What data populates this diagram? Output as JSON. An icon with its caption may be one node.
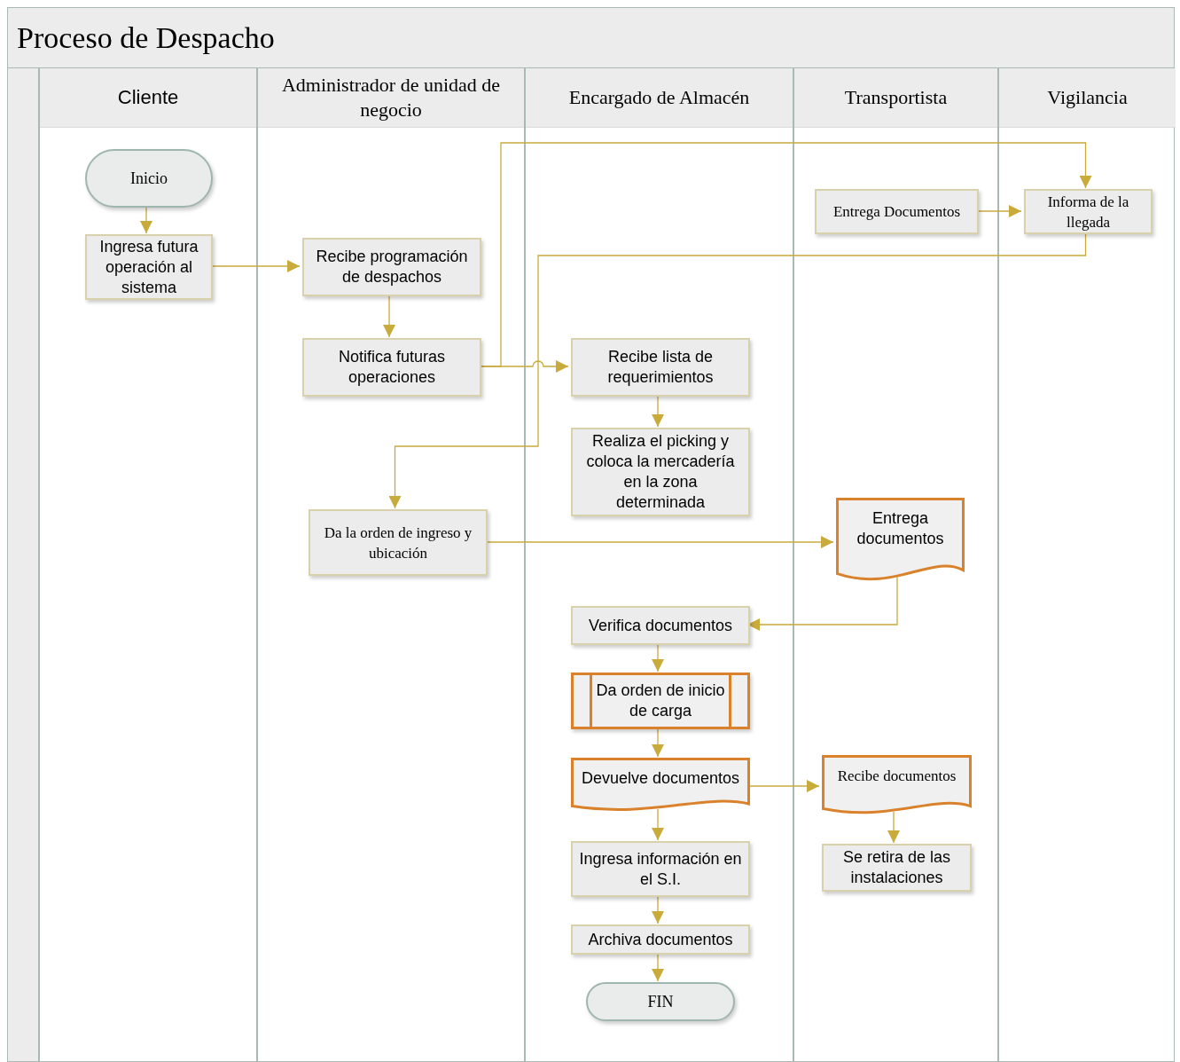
{
  "diagram": {
    "nodes": [
      {
        "text": [
          "Proceso de Despacho"
        ]
      },
      {
        "text": [
          "Cliente"
        ],
        "in": 0
      },
      {
        "text": [
          "Administrador de unidad de negocio"
        ],
        "in": 0
      },
      {
        "text": [
          "Encargado de Almacén"
        ],
        "in": 0
      },
      {
        "text": [
          "Transportista"
        ],
        "in": 0
      },
      {
        "text": [
          "Vigilancia"
        ],
        "in": 0
      },
      {
        "text": [
          "Inicio"
        ],
        "in": 1
      },
      {
        "text": [
          "Ingresa futura operación al sistema"
        ],
        "in": 1
      },
      {
        "text": [
          "Recibe programación de despachos"
        ],
        "in": 2
      },
      {
        "text": [
          "Notifica futuras operaciones"
        ],
        "in": 2
      },
      {
        "text": [
          "Da la orden de ingreso y ubicación"
        ],
        "in": 2
      },
      {
        "text": [
          "Recibe lista de requerimientos"
        ],
        "in": 3
      },
      {
        "text": [
          "Realiza el picking y coloca la mercadería en la zona determinada"
        ],
        "in": 3
      },
      {
        "text": [
          "Verifica documentos"
        ],
        "in": 3
      },
      {
        "text": [
          "Da orden de inicio de carga"
        ],
        "in": 3
      },
      {
        "text": [
          "Devuelve documentos"
        ],
        "in": 3
      },
      {
        "text": [
          "Ingresa información en el S.I."
        ],
        "in": 3
      },
      {
        "text": [
          "Archiva documentos"
        ],
        "in": 3
      },
      {
        "text": [
          "FIN"
        ],
        "in": 3
      },
      {
        "text": [
          "Entrega Documentos"
        ],
        "in": 4
      },
      {
        "text": [
          "Entrega documentos"
        ],
        "in": 4
      },
      {
        "text": [
          "Recibe documentos"
        ],
        "in": 4
      },
      {
        "text": [
          "Se retira de las instalaciones"
        ],
        "in": 4
      },
      {
        "text": [
          "Informa de la llegada"
        ],
        "in": 5
      }
    ],
    "edges": [
      {
        "from": 6,
        "to": 7,
        "arrow": "to"
      },
      {
        "from": 7,
        "to": 8,
        "arrow": "to"
      },
      {
        "from": 8,
        "to": 9,
        "arrow": "to"
      },
      {
        "from": 9,
        "to": 11,
        "arrow": "to"
      },
      {
        "from": 9,
        "to": 23,
        "arrow": "to"
      },
      {
        "from": 19,
        "to": 23,
        "arrow": "to"
      },
      {
        "from": 23,
        "to": 10,
        "arrow": "to"
      },
      {
        "from": 11,
        "to": 12,
        "arrow": "to"
      },
      {
        "from": 10,
        "to": 20,
        "arrow": "to"
      },
      {
        "from": 20,
        "to": 13,
        "arrow": "to"
      },
      {
        "from": 13,
        "to": 14,
        "arrow": "to"
      },
      {
        "from": 14,
        "to": 15,
        "arrow": "to"
      },
      {
        "from": 15,
        "to": 21,
        "arrow": "to"
      },
      {
        "from": 21,
        "to": 22,
        "arrow": "to"
      },
      {
        "from": 15,
        "to": 16,
        "arrow": "to"
      },
      {
        "from": 16,
        "to": 17,
        "arrow": "to"
      },
      {
        "from": 17,
        "to": 18,
        "arrow": "to"
      }
    ]
  }
}
